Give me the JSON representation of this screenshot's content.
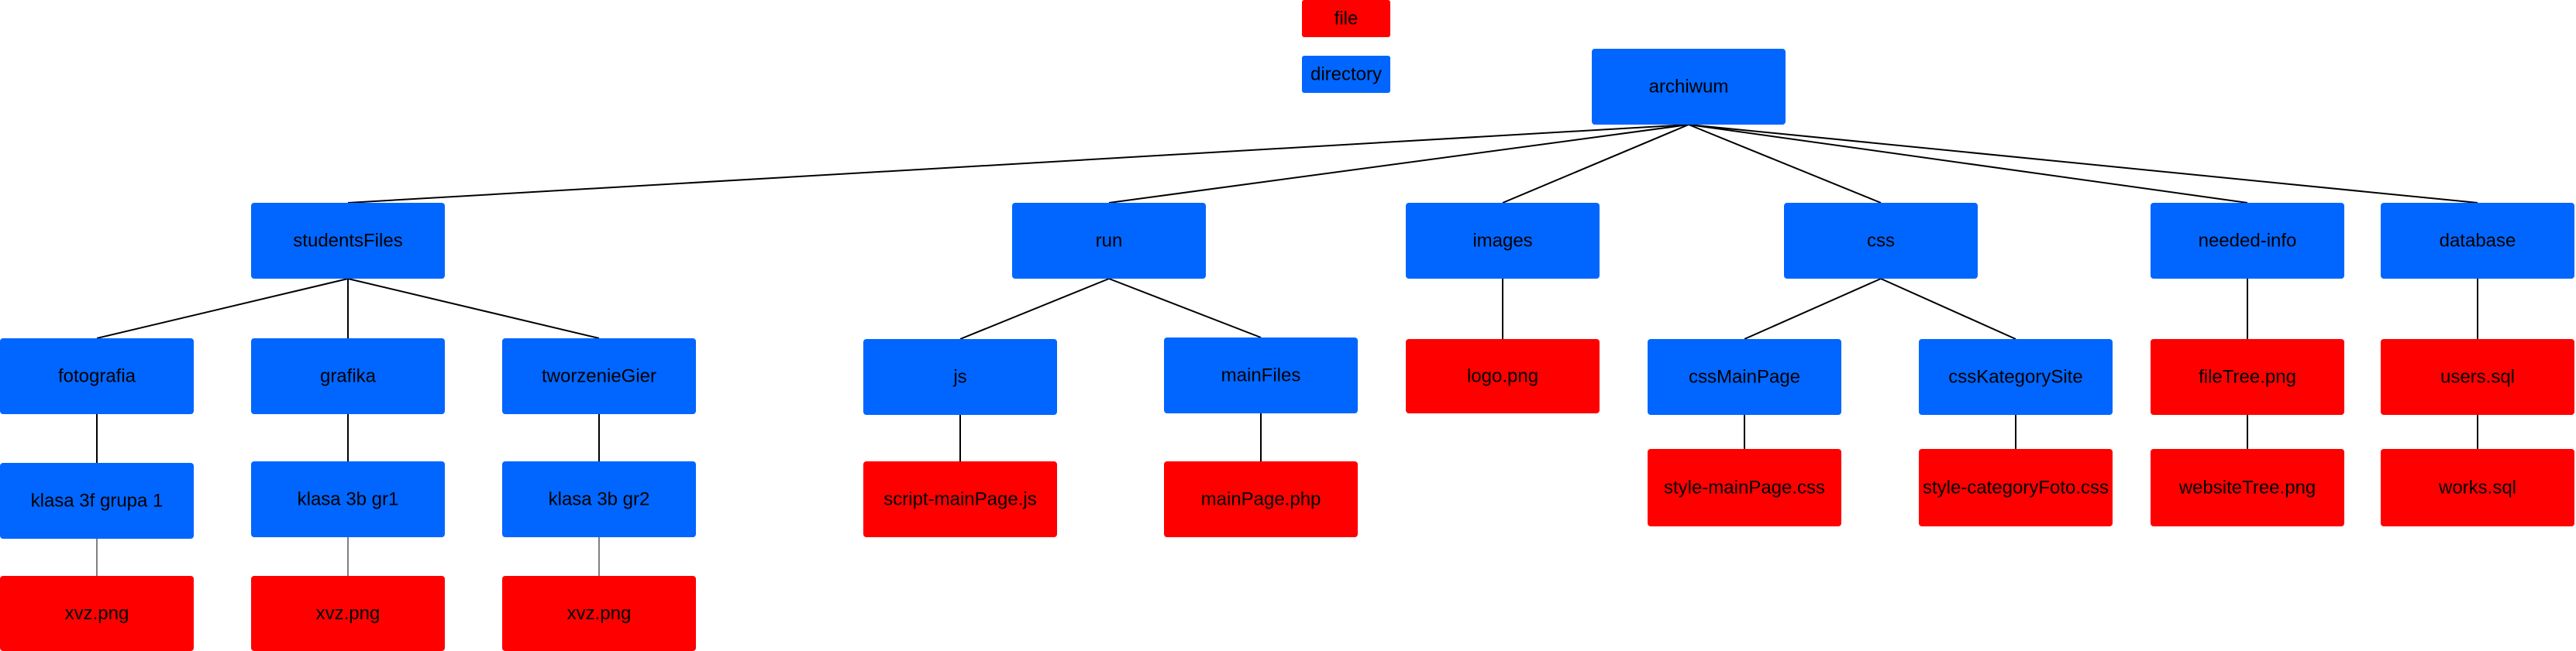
{
  "colors": {
    "file": "#FF0000",
    "directory": "#0066FF",
    "connector": "#000000",
    "text": "#000000"
  },
  "legend": {
    "file_label": "file",
    "directory_label": "directory"
  },
  "tree": {
    "root": "archiwum",
    "nodes": {
      "archiwum": {
        "label": "archiwum",
        "type": "directory"
      },
      "studentsFiles": {
        "label": "studentsFiles",
        "type": "directory",
        "parent": "archiwum"
      },
      "run": {
        "label": "run",
        "type": "directory",
        "parent": "archiwum"
      },
      "images": {
        "label": "images",
        "type": "directory",
        "parent": "archiwum"
      },
      "css": {
        "label": "css",
        "type": "directory",
        "parent": "archiwum"
      },
      "needed_info": {
        "label": "needed-info",
        "type": "directory",
        "parent": "archiwum"
      },
      "database": {
        "label": "database",
        "type": "directory",
        "parent": "archiwum"
      },
      "fotografia": {
        "label": "fotografia",
        "type": "directory",
        "parent": "studentsFiles"
      },
      "grafika": {
        "label": "grafika",
        "type": "directory",
        "parent": "studentsFiles"
      },
      "tworzenieGier": {
        "label": "tworzenieGier",
        "type": "directory",
        "parent": "studentsFiles"
      },
      "klasa3f": {
        "label": "klasa 3f grupa 1",
        "type": "directory",
        "parent": "fotografia"
      },
      "klasa3bgr1": {
        "label": "klasa 3b gr1",
        "type": "directory",
        "parent": "grafika"
      },
      "klasa3bgr2": {
        "label": "klasa 3b gr2",
        "type": "directory",
        "parent": "tworzenieGier"
      },
      "xvz1": {
        "label": "xvz.png",
        "type": "file",
        "parent": "klasa3f"
      },
      "xvz2": {
        "label": "xvz.png",
        "type": "file",
        "parent": "klasa3bgr1"
      },
      "xvz3": {
        "label": "xvz.png",
        "type": "file",
        "parent": "klasa3bgr2"
      },
      "js": {
        "label": "js",
        "type": "directory",
        "parent": "run"
      },
      "mainFiles": {
        "label": "mainFiles",
        "type": "directory",
        "parent": "run"
      },
      "scriptMainPage": {
        "label": "script-mainPage.js",
        "type": "file",
        "parent": "js"
      },
      "mainPagePhp": {
        "label": "mainPage.php",
        "type": "file",
        "parent": "mainFiles"
      },
      "logo": {
        "label": "logo.png",
        "type": "file",
        "parent": "images"
      },
      "cssMainPage": {
        "label": "cssMainPage",
        "type": "directory",
        "parent": "css"
      },
      "cssKategorySite": {
        "label": "cssKategorySite",
        "type": "directory",
        "parent": "css"
      },
      "styleMainPage": {
        "label": "style-mainPage.css",
        "type": "file",
        "parent": "cssMainPage"
      },
      "styleCategoryFoto": {
        "label": "style-categoryFoto.css",
        "type": "file",
        "parent": "cssKategorySite"
      },
      "fileTree": {
        "label": "fileTree.png",
        "type": "file",
        "parent": "needed_info"
      },
      "websiteTree": {
        "label": "websiteTree.png",
        "type": "file",
        "parent": "fileTree"
      },
      "usersSql": {
        "label": "users.sql",
        "type": "file",
        "parent": "database"
      },
      "worksSql": {
        "label": "works.sql",
        "type": "file",
        "parent": "usersSql"
      }
    }
  }
}
